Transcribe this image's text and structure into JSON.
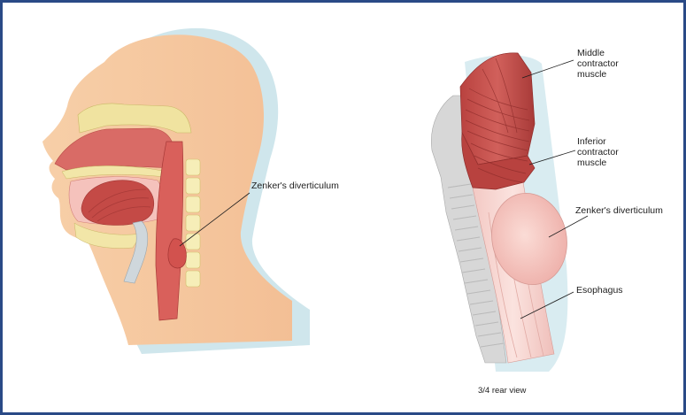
{
  "figure": {
    "left_panel": {
      "label_diverticulum": "Zenker's diverticulum"
    },
    "right_panel": {
      "label_middle_line1": "Middle",
      "label_middle_line2": "contractor",
      "label_middle_line3": "muscle",
      "label_inferior_line1": "Inferior",
      "label_inferior_line2": "contractor",
      "label_inferior_line3": "muscle",
      "label_diverticulum": "Zenker's diverticulum",
      "label_esophagus": "Esophagus",
      "caption": "3/4 rear view"
    }
  },
  "colors": {
    "frame_border": "#2a4a86",
    "skin": "#f6c8a0",
    "skin_shadow": "#c9e4ea",
    "tissue_pink": "#f4b6b2",
    "muscle_red": "#c9504c",
    "muscle_dark": "#a83a38",
    "airway_red": "#d9605b",
    "bone_cream": "#f4eab0",
    "cartilage_gray": "#d8d8d8",
    "esophagus_pink": "#f6d3cf"
  }
}
